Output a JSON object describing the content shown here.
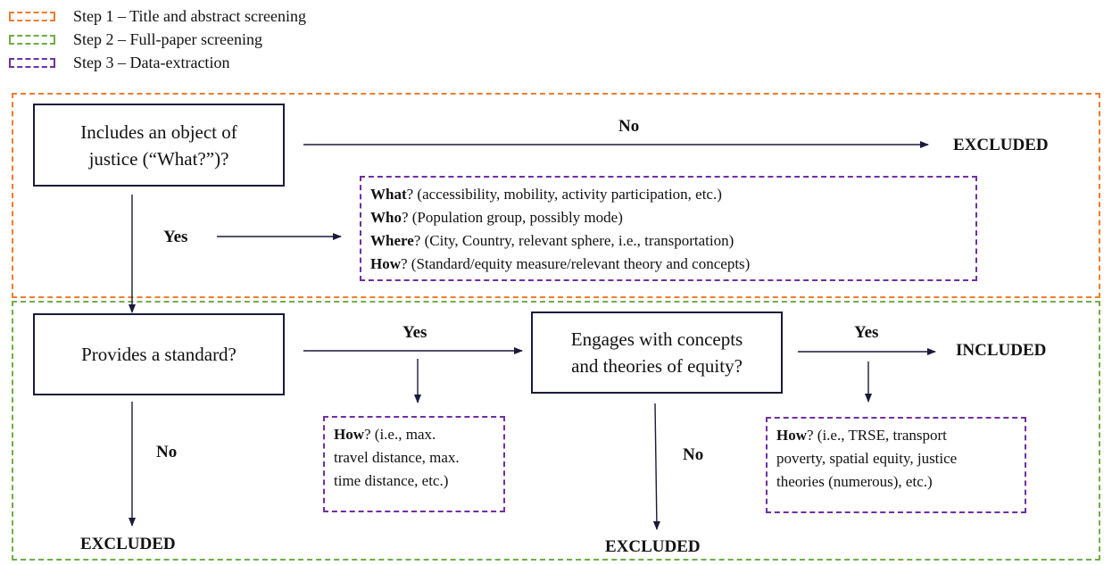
{
  "legend": {
    "step1": {
      "label": "Step 1 – Title and abstract screening",
      "color": "#ed7d31"
    },
    "step2": {
      "label": "Step 2 – Full-paper screening",
      "color": "#70ad47"
    },
    "step3": {
      "label": "Step 3 – Data-extraction",
      "color": "#7030a0"
    }
  },
  "nodes": {
    "q1": {
      "line1": "Includes an object of",
      "line2": "justice (“What?”)?"
    },
    "q2": {
      "text": "Provides a standard?"
    },
    "q3": {
      "line1": "Engages with concepts",
      "line2": "and theories of equity?"
    }
  },
  "extraction_main": {
    "what": {
      "key": "What",
      "rest": "? (accessibility,  mobility, activity participation, etc.)"
    },
    "who": {
      "key": "Who",
      "rest": "? (Population group, possibly mode)"
    },
    "where": {
      "key": "Where",
      "rest": "? (City, Country, relevant sphere, i.e., transportation)"
    },
    "how": {
      "key": "How",
      "rest": "? (Standard/equity measure/relevant theory and concepts)"
    }
  },
  "extraction_standard": {
    "key": "How",
    "line1_rest": "? (i.e., max.",
    "line2": "travel distance, max.",
    "line3": "time distance, etc.)"
  },
  "extraction_theory": {
    "key": "How",
    "line1_rest": "? (i.e., TRSE, transport",
    "line2": "poverty, spatial equity, justice",
    "line3": "theories (numerous), etc.)"
  },
  "labels": {
    "no_top": "No",
    "excluded_top": "EXCLUDED",
    "yes_left": "Yes",
    "yes_mid": "Yes",
    "yes_right": "Yes",
    "included": "INCLUDED",
    "no_left": "No",
    "excluded_left": "EXCLUDED",
    "no_mid": "No",
    "excluded_mid": "EXCLUDED"
  },
  "colors": {
    "arrow": "#1a1a3a",
    "box_border": "#1a1a3a"
  }
}
